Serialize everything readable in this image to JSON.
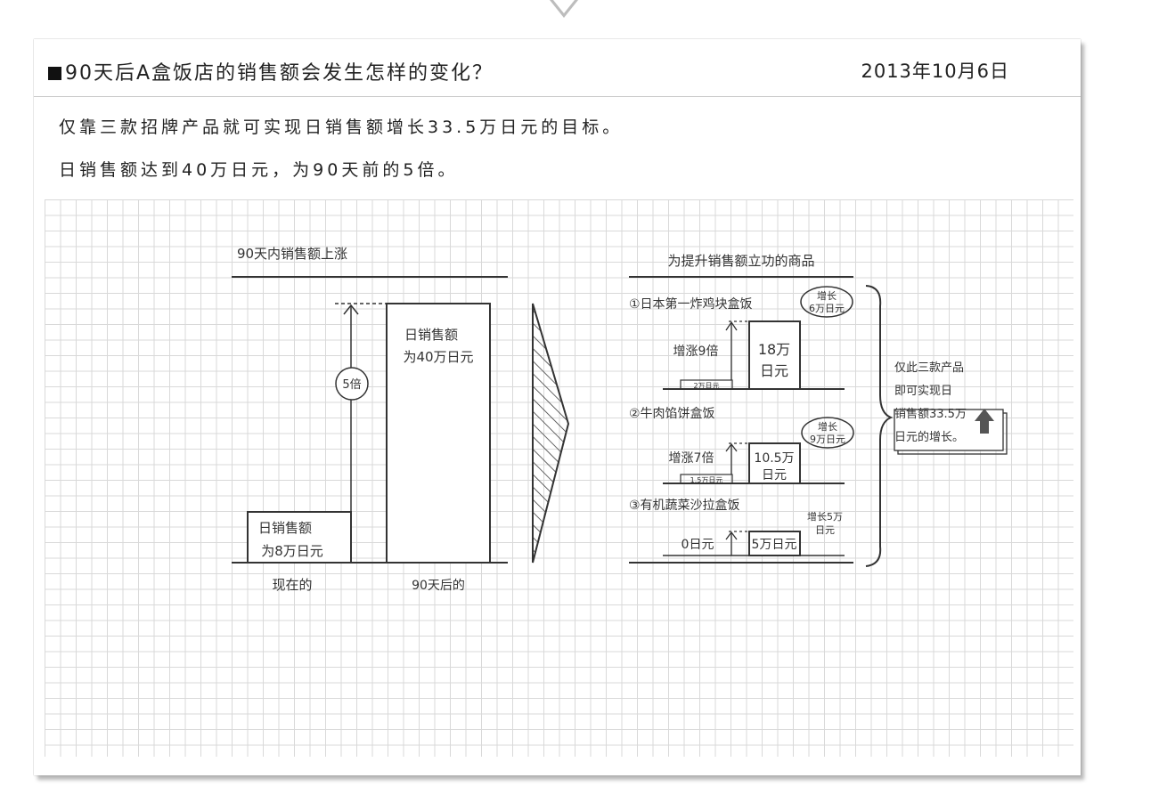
{
  "header": {
    "title": "90天后A盒饭店的销售额会发生怎样的变化？",
    "date": "2013年10月6日"
  },
  "intro": {
    "line1": "仅靠三款招牌产品就可实现日销售额增长33.5万日元的目标。",
    "line2": "日销售额达到40万日元，为90天前的5倍。"
  },
  "left_chart": {
    "title": "90天内销售额上涨",
    "now_box_line1": "日销售额",
    "now_box_line2": "为8万日元",
    "after_box_line1": "日销售额",
    "after_box_line2": "为40万日元",
    "multiplier": "5倍",
    "label_now": "现在的",
    "label_after": "90天后的"
  },
  "right_chart": {
    "title": "为提升销售额立功的商品",
    "items": [
      {
        "name": "①日本第一炸鸡块盒饭",
        "increase_line1": "增长",
        "increase_line2": "6万日元",
        "growth": "增涨9倍",
        "before": "2万日元",
        "after_line1": "18万",
        "after_line2": "日元"
      },
      {
        "name": "②牛肉馅饼盒饭",
        "increase_line1": "增长",
        "increase_line2": "9万日元",
        "growth": "增涨7倍",
        "before": "1.5万日元",
        "after_line1": "10.5万",
        "after_line2": "日元"
      },
      {
        "name": "③有机蔬菜沙拉盒饭",
        "increase_line1": "增长5万",
        "increase_line2": "日元",
        "growth": "",
        "before": "0日元",
        "after_line1": "5万日元",
        "after_line2": ""
      }
    ],
    "summary_line1": "仅此三款产品",
    "summary_line2": "即可实现日",
    "summary_line3": "销售额33.5万",
    "summary_line4": "日元的增长。"
  },
  "colors": {
    "ink": "#333333",
    "grid": "#d9d9d9",
    "arrow_fill": "#555555"
  }
}
